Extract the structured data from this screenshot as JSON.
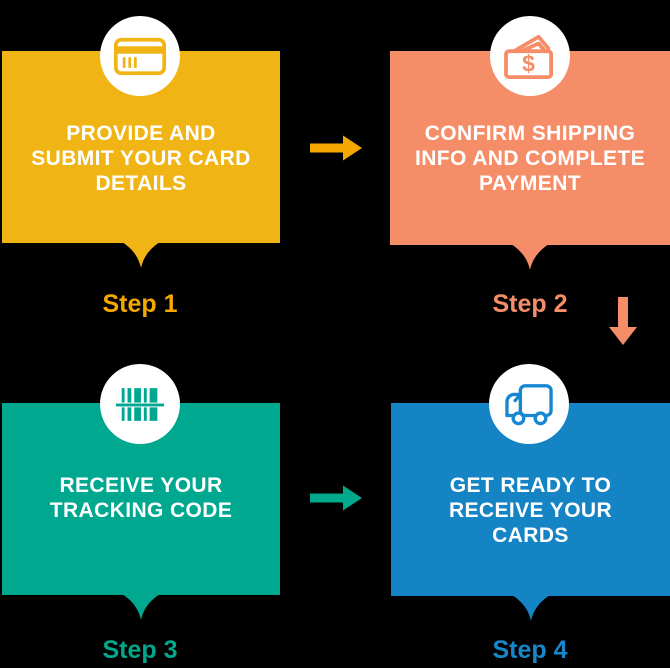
{
  "canvas": {
    "background": "#000000",
    "title_text_color": "#FFFFFF"
  },
  "steps": [
    {
      "label": "Step 1",
      "lines": [
        "PROVIDE AND",
        "SUBMIT YOUR CARD",
        "DETAILS"
      ],
      "icon": "credit-card-icon",
      "box_color": "#F0B414",
      "label_color": "#F5A802",
      "icon_color": "#F0B414"
    },
    {
      "label": "Step 2",
      "lines": [
        "CONFIRM SHIPPING",
        "INFO AND COMPLETE",
        "PAYMENT"
      ],
      "icon": "money-icon",
      "box_color": "#F58E68",
      "label_color": "#F58E68",
      "icon_color": "#F58E68"
    },
    {
      "label": "Step 3",
      "lines": [
        "RECEIVE YOUR",
        "TRACKING CODE"
      ],
      "icon": "barcode-icon",
      "box_color": "#00A890",
      "label_color": "#00A88C",
      "icon_color": "#00A890"
    },
    {
      "label": "Step 4",
      "lines": [
        "GET READY TO",
        "RECEIVE YOUR",
        "CARDS"
      ],
      "icon": "delivery-truck-icon",
      "box_color": "#1484C4",
      "label_color": "#1787C9",
      "icon_color": "#1787D2"
    }
  ],
  "connectors": [
    {
      "from": "Step 1",
      "to": "Step 2",
      "direction": "right",
      "color": "#F5A802"
    },
    {
      "from": "Step 2",
      "to": "Step 3",
      "direction": "down",
      "color": "#F58E68"
    },
    {
      "from": "Step 3",
      "to": "Step 4",
      "direction": "right",
      "color": "#00A88C"
    }
  ]
}
